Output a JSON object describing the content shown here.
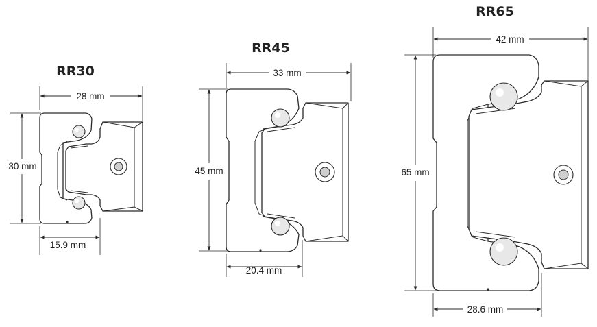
{
  "profiles": [
    {
      "id": "rr30",
      "title": "RR30",
      "width_label": "28 mm",
      "height_label": "30 mm",
      "bottom_label": "15.9 mm"
    },
    {
      "id": "rr45",
      "title": "RR45",
      "width_label": "33 mm",
      "height_label": "45 mm",
      "bottom_label": "20.4 mm"
    },
    {
      "id": "rr65",
      "title": "RR65",
      "width_label": "42 mm",
      "height_label": "65 mm",
      "bottom_label": "28.6 mm"
    }
  ],
  "colors": {
    "line": "#2a2a2a",
    "background": "#ffffff",
    "ball_fill": "#e8e8e8"
  }
}
